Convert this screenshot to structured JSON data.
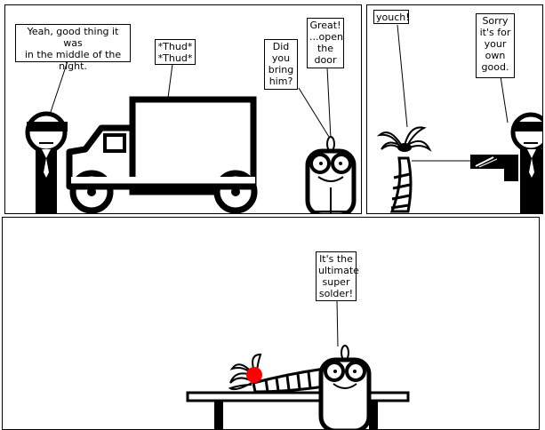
{
  "panels": [
    {
      "id": "panel-1",
      "bubbles": {
        "agent": "Yeah, good thing it was\nin the middle of the\nnight.",
        "truck": "*Thud*\n*Thud*",
        "question": "Did\nyou\nbring\nhim?",
        "scientist": "Great!\n...open\nthe\ndoor"
      }
    },
    {
      "id": "panel-2",
      "bubbles": {
        "tree": "youch!",
        "agent": "Sorry\nit's for\nyour\nown\ngood."
      }
    },
    {
      "id": "panel-3",
      "bubbles": {
        "scientist": "It's the\nultimate\nsuper\nsolder!"
      }
    }
  ],
  "colors": {
    "ink": "#000000",
    "paper": "#ffffff",
    "nose": "#ff0000"
  }
}
